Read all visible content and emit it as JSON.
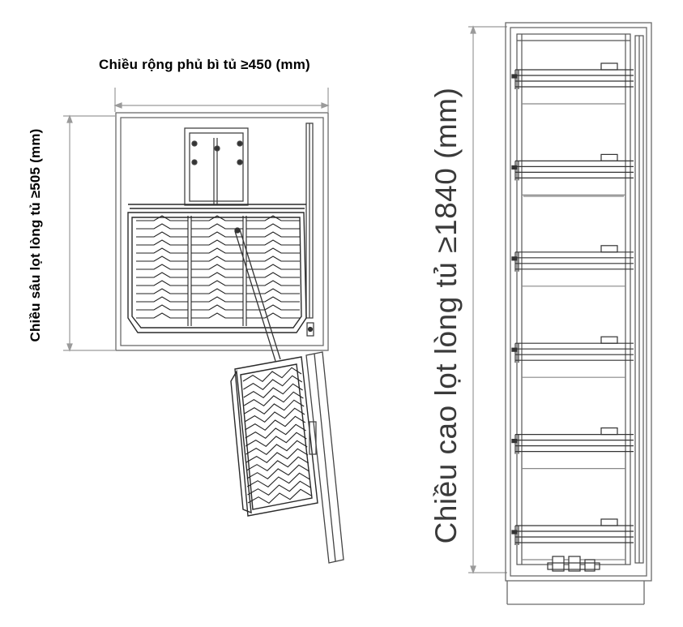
{
  "labels": {
    "width": "Chiều rộng phủ bì tủ ≥450 (mm)",
    "depth": "Chiều sâu lọt lòng tủ ≥505 (mm)",
    "height": "Chiều cao lọt lòng tủ ≥1840 (mm)"
  },
  "front_view": {
    "shelf_count": 6
  },
  "colors": {
    "line": "#555555",
    "dark_line": "#222222",
    "dimension_line": "#9a9a9a"
  }
}
